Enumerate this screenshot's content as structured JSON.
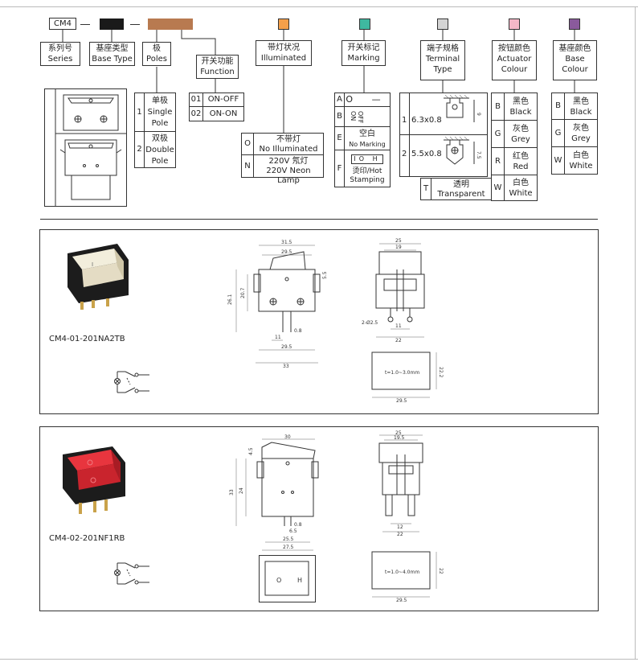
{
  "code": {
    "model": "CM4",
    "swatch_colors": {
      "base_type": "#1a1a1a",
      "poles": "#b87a50",
      "illuminated": "#f5a04a",
      "marking": "#3fb8a0",
      "terminal": "#d4d4d4",
      "actuator": "#f5b8c8",
      "base_colour": "#8a5a9c"
    }
  },
  "headers": {
    "series": [
      "系列号",
      "Series"
    ],
    "base_type": [
      "基座类型",
      "Base Type"
    ],
    "poles": [
      "极",
      "Poles"
    ],
    "function": [
      "开关功能",
      "Function"
    ],
    "illuminated": [
      "带灯状况",
      "Illuminated"
    ],
    "marking": [
      "开关标记",
      "Marking"
    ],
    "terminal": [
      "端子规格",
      "Terminal",
      "Type"
    ],
    "actuator": [
      "按钮颜色",
      "Actuator",
      "Colour"
    ],
    "base_colour": [
      "基座颜色",
      "Base",
      "Colour"
    ]
  },
  "poles": [
    {
      "code": "1",
      "cn": "单极",
      "en1": "Single",
      "en2": "Pole"
    },
    {
      "code": "2",
      "cn": "双极",
      "en1": "Double",
      "en2": "Pole"
    }
  ],
  "function": [
    {
      "code": "01",
      "name": "ON-OFF"
    },
    {
      "code": "02",
      "name": "ON-ON"
    }
  ],
  "illuminated": [
    {
      "code": "O",
      "cn": "不带灯",
      "en": "No Illuminated"
    },
    {
      "code": "N",
      "cn": "220V 氖灯",
      "en": "220V Neon Lamp"
    }
  ],
  "marking": [
    {
      "code": "A",
      "symbol": "O —"
    },
    {
      "code": "B",
      "symbol": "OFF ON"
    },
    {
      "code": "E",
      "cn": "空白",
      "en": "No Marking"
    },
    {
      "code": "F",
      "symbol": "IO H",
      "cn": "烫印/Hot",
      "en": "Stamping"
    }
  ],
  "terminal": [
    {
      "code": "1",
      "size": "6.3x0.8",
      "dim": "9"
    },
    {
      "code": "2",
      "size": "5.5x0.8",
      "dim": "7.5"
    }
  ],
  "actuator": [
    {
      "code": "B",
      "cn": "黑色",
      "en": "Black"
    },
    {
      "code": "G",
      "cn": "灰色",
      "en": "Grey"
    },
    {
      "code": "R",
      "cn": "红色",
      "en": "Red"
    },
    {
      "code": "W",
      "cn": "白色",
      "en": "White"
    }
  ],
  "actuator_t": {
    "code": "T",
    "cn": "透明",
    "en": "Transparent"
  },
  "base_colour": [
    {
      "code": "B",
      "cn": "黑色",
      "en": "Black"
    },
    {
      "code": "G",
      "cn": "灰色",
      "en": "Grey"
    },
    {
      "code": "W",
      "cn": "白色",
      "en": "White"
    }
  ],
  "products": [
    {
      "model": "CM4-01-201NA2TB",
      "front_dims": [
        "31.5",
        "29.5",
        "26.1",
        "20.7",
        "11",
        "0.8",
        "29.5",
        "33",
        "5.5"
      ],
      "side_dims": [
        "25",
        "19",
        "2-Ø2.5",
        "11",
        "22"
      ],
      "panel": {
        "note": "t=1.0~3.0mm",
        "w": "29.5",
        "h": "22.2"
      }
    },
    {
      "model": "CM4-02-201NF1RB",
      "front_dims": [
        "30",
        "4.5",
        "24",
        "33",
        "0.8",
        "6.5",
        "25.5",
        "27.5"
      ],
      "side_dims": [
        "25",
        "19.5",
        "12",
        "22"
      ],
      "panel": {
        "note": "t=1.0~4.0mm",
        "w": "29.5",
        "h": "22"
      },
      "face_marks": [
        "O",
        "H"
      ]
    }
  ]
}
